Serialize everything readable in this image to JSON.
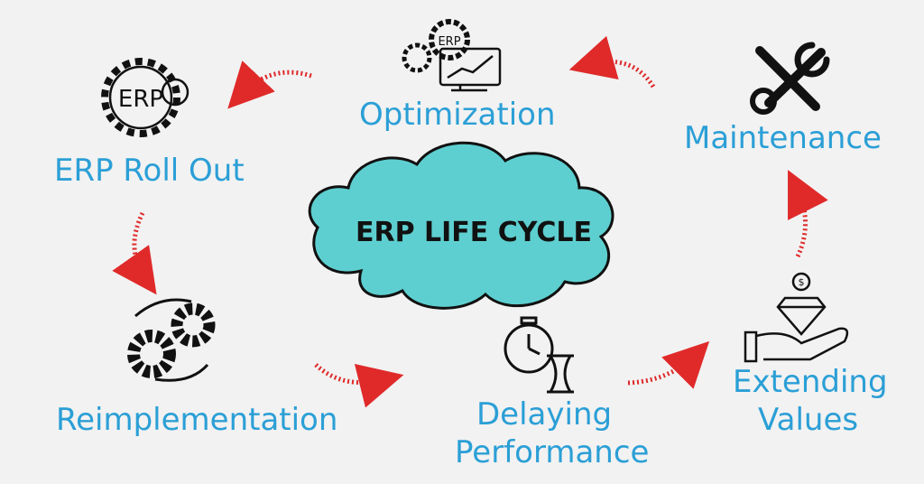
{
  "diagram": {
    "title": "ERP LIFE CYCLE",
    "stages": [
      {
        "id": "optimization",
        "label": "Optimization",
        "icon": "erp-dashboard-icon"
      },
      {
        "id": "maintenance",
        "label": "Maintenance",
        "icon": "tools-icon"
      },
      {
        "id": "extending",
        "label_line1": "Extending",
        "label_line2": "Values",
        "icon": "value-hand-icon"
      },
      {
        "id": "delaying",
        "label_line1": "Delaying",
        "label_line2": "Performance",
        "icon": "stopwatch-hourglass-icon"
      },
      {
        "id": "reimplementation",
        "label": "Reimplementation",
        "icon": "gears-cycle-icon"
      },
      {
        "id": "rollout",
        "label": "ERP Roll Out",
        "icon": "erp-gear-icon"
      }
    ],
    "erp_icon_text": "ERP",
    "cloud_color": "#5ecfd0",
    "arrow_color": "#e02a2a",
    "label_color": "#2b9fd6"
  }
}
